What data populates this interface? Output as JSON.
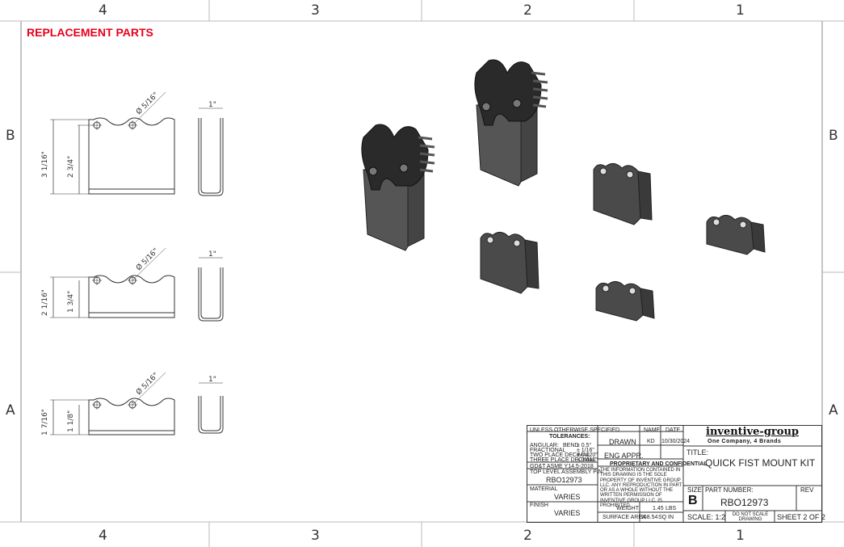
{
  "border": {
    "top_zones": [
      "4",
      "3",
      "2",
      "1"
    ],
    "bottom_zones": [
      "4",
      "3",
      "2",
      "1"
    ],
    "left_zones": [
      "B",
      "A"
    ],
    "right_zones": [
      "B",
      "A"
    ]
  },
  "heading": "REPLACEMENT PARTS",
  "colors": {
    "heading": "#e8001c",
    "line": "#333333",
    "part_dark": "#2a2a2a",
    "part_mid": "#555555"
  },
  "views": [
    {
      "name": "large",
      "hole_dia": "Ø 5/16\"",
      "overall_height": "3 1/16\"",
      "inner_height": "2 3/4\"",
      "width": "1\""
    },
    {
      "name": "medium",
      "hole_dia": "Ø 5/16\"",
      "overall_height": "2 1/16\"",
      "inner_height": "1 3/4\"",
      "width": "1\""
    },
    {
      "name": "small",
      "hole_dia": "Ø 5/16\"",
      "overall_height": "1 7/16\"",
      "inner_height": "1 1/8\"",
      "width": "1\""
    }
  ],
  "title_block": {
    "unless": "UNLESS OTHERWISE SPECIFIED",
    "tolerances": "TOLERANCES:",
    "angular": "ANGULAR:",
    "bend": "BEND",
    "bend_val": "± 0.5°",
    "fractional": "FRACTIONAL",
    "fractional_val": "± 1/16\"",
    "two_place": "TWO PLACE DECIMAL",
    "two_place_val": "± 0.020\"",
    "three_place": "THREE PLACE DECIMAL",
    "three_place_val": "± 0.010\"",
    "gdt": "GD&T ASME Y14.5-2018",
    "top_level_label": "TOP LEVEL ASSEMBLY P/N",
    "top_level_value": "RBO12973",
    "material_label": "MATERIAL",
    "material_value": "VARIES",
    "finish_label": "FINISH",
    "finish_value": "VARIES",
    "name_col": "NAME",
    "date_col": "DATE",
    "drawn": "DRAWN",
    "drawn_name": "KD",
    "drawn_date": "10/30/2024",
    "eng_appr": "ENG APPR.",
    "proprietary": "PROPRIETARY AND CONFIDENTIAL",
    "proprietary_text": "THE INFORMATION CONTAINED IN THIS DRAWING IS THE SOLE PROPERTY OF INVENTIVE GROUP LLC. ANY REPRODUCTION IN PART OR AS A WHOLE WITHOUT THE WRITTEN PERMISSION OF INVENTIVE GROUP LLC. IS PROHIBITED.",
    "weight_label": "WEIGHT",
    "weight_value": "1.45",
    "weight_unit": "LBS",
    "surface_label": "SURFACE AREA",
    "surface_value": "168.54",
    "surface_unit": "SQ IN",
    "logo": "inventive-group",
    "tagline": "One Company, 4 Brands",
    "title_label": "TITLE:",
    "title_value": "QUICK FIST MOUNT KIT",
    "size_label": "SIZE",
    "size_value": "B",
    "part_label": "PART NUMBER:",
    "part_value": "RBO12973",
    "rev_label": "REV",
    "scale": "SCALE: 1:2",
    "do_not_scale": "DO NOT SCALE DRAWING",
    "sheet": "SHEET 2 OF 2"
  }
}
